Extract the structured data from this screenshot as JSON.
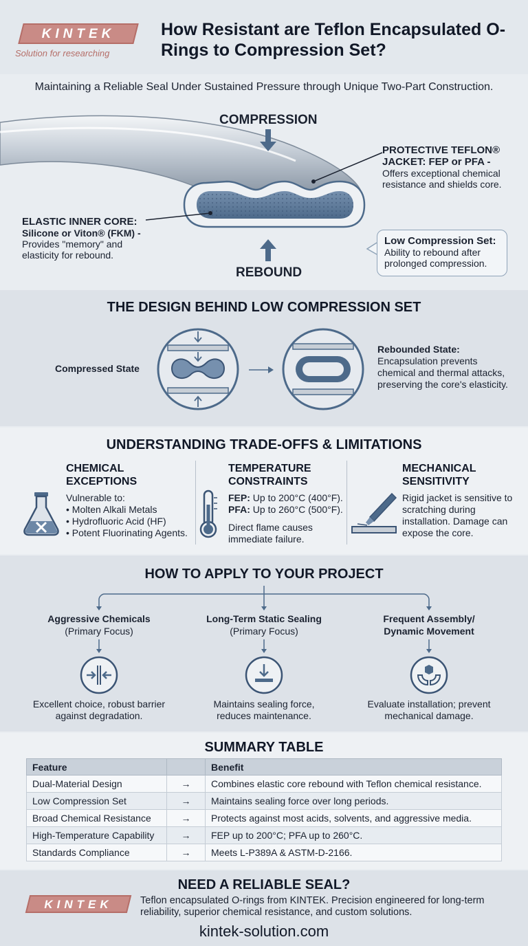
{
  "header": {
    "logo_text": "KINTEK",
    "logo_tagline": "Solution for researching",
    "title": "How Resistant are Teflon Encapsulated O-Rings to Compression Set?"
  },
  "subtitle": "Maintaining a Reliable Seal Under Sustained Pressure through Unique Two-Part Construction.",
  "hero": {
    "compression": "COMPRESSION",
    "rebound": "REBOUND",
    "jacket_title": "PROTECTIVE TEFLON® JACKET: FEP or PFA -",
    "jacket_text": "Offers exceptional chemical resistance and shields core.",
    "core_title": "ELASTIC INNER CORE:",
    "core_subtitle": "Silicone or Viton® (FKM) -",
    "core_text": "Provides \"memory\" and elasticity for rebound.",
    "callout_title": "Low Compression Set:",
    "callout_text": "Ability to rebound after prolonged compression."
  },
  "design": {
    "heading": "THE DESIGN BEHIND LOW COMPRESSION SET",
    "compressed_label": "Compressed State",
    "rebounded_title": "Rebounded State:",
    "rebounded_text": "Encapsulation prevents chemical and thermal attacks, preserving the core's elasticity."
  },
  "tradeoffs": {
    "heading": "UNDERSTANDING TRADE-OFFS & LIMITATIONS",
    "chemical": {
      "title_l1": "CHEMICAL",
      "title_l2": "EXCEPTIONS",
      "intro": "Vulnerable to:",
      "items": [
        "• Molten Alkali Metals",
        "• Hydrofluoric Acid (HF)",
        "• Potent Fluorinating Agents."
      ]
    },
    "temperature": {
      "title_l1": "TEMPERATURE",
      "title_l2": "CONSTRAINTS",
      "fep_label": "FEP:",
      "fep_value": "Up to 200°C (400°F).",
      "pfa_label": "PFA:",
      "pfa_value": "Up to 260°C (500°F).",
      "note": "Direct flame causes immediate failure."
    },
    "mechanical": {
      "title_l1": "MECHANICAL",
      "title_l2": "SENSITIVITY",
      "text": "Rigid jacket is sensitive to scratching during installation. Damage can expose the core."
    }
  },
  "apply": {
    "heading": "HOW TO APPLY TO YOUR PROJECT",
    "columns": [
      {
        "title": "Aggressive Chemicals",
        "sub": "(Primary Focus)",
        "text": "Excellent choice, robust barrier against degradation.",
        "icon": "compress-arrows-icon"
      },
      {
        "title": "Long-Term Static Sealing",
        "sub": "(Primary Focus)",
        "text": "Maintains sealing force, reduces maintenance.",
        "icon": "down-arrow-bar-icon"
      },
      {
        "title": "Frequent Assembly/",
        "sub": "Dynamic Movement",
        "text": "Evaluate installation; prevent mechanical damage.",
        "icon": "hands-box-icon"
      }
    ]
  },
  "summary": {
    "heading": "SUMMARY TABLE",
    "columns": [
      "Feature",
      "",
      "Benefit"
    ],
    "rows": [
      {
        "feature": "Dual-Material Design",
        "arrow": "→",
        "benefit": "Combines elastic core rebound with Teflon chemical resistance."
      },
      {
        "feature": "Low Compression Set",
        "arrow": "→",
        "benefit": "Maintains sealing force over long periods."
      },
      {
        "feature": "Broad Chemical Resistance",
        "arrow": "→",
        "benefit": "Protects against most acids, solvents, and aggressive media."
      },
      {
        "feature": "High-Temperature Capability",
        "arrow": "→",
        "benefit": "FEP up to 200°C; PFA up to 260°C."
      },
      {
        "feature": "Standards Compliance",
        "arrow": "→",
        "benefit": "Meets L-P389A & ASTM-D-2166."
      }
    ]
  },
  "cta": {
    "heading": "NEED A RELIABLE SEAL?",
    "logo_text": "KINTEK",
    "text": "Teflon encapsulated O-rings from KINTEK. Precision engineered for long-term reliability, superior chemical resistance, and custom solutions.",
    "url": "kintek-solution.com"
  },
  "colors": {
    "brand": "#c98b86",
    "brand_dark": "#b56e68",
    "steel": "#4d6a8a",
    "band": "#dde2e8"
  }
}
